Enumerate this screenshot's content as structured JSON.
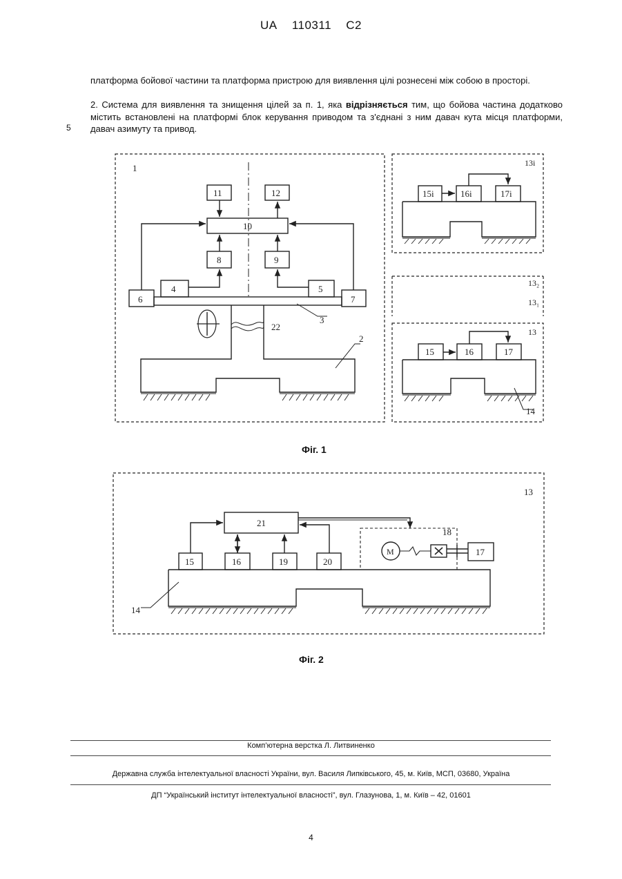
{
  "header": {
    "country": "UA",
    "number": "110311",
    "kind": "C2"
  },
  "text": {
    "para1": "платформа бойової частини та платформа пристрою для виявлення цілі рознесені між собою в просторі.",
    "para2_a": "2. Система для виявлення та знищення цілей за п. 1, яка ",
    "para2_bold": "відрізняється",
    "para2_b": " тим, що бойова частина додатково містить встановлені на платформі блок керування приводом та з'єднані з ним давач кута місця платформи, давач азимуту та привод.",
    "line_number": "5"
  },
  "fig1": {
    "caption": "Фіг. 1",
    "labels": {
      "l1": "1",
      "b11": "11",
      "b12": "12",
      "b10": "10",
      "b8": "8",
      "b9": "9",
      "b4": "4",
      "b5": "5",
      "b6": "6",
      "b7": "7",
      "l3": "3",
      "l22": "22",
      "l2": "2",
      "l13i_top": "13i",
      "b15i": "15i",
      "b16i": "16i",
      "b17i": "17i",
      "l13_2": "13₂",
      "l13_1": "13₁",
      "l13": "13",
      "b15": "15",
      "b16": "16",
      "b17": "17",
      "l14": "14"
    }
  },
  "fig2": {
    "caption": "Фіг. 2",
    "labels": {
      "l13": "13",
      "b21": "21",
      "l18": "18",
      "motor": "M",
      "b17": "17",
      "b15": "15",
      "b16": "16",
      "b19": "19",
      "b20": "20",
      "l14": "14"
    }
  },
  "footer": {
    "layout": "Комп’ютерна верстка Л. Литвиненко",
    "agency": "Державна служба інтелектуальної власності України, вул. Василя Липківського, 45, м. Київ, МСП, 03680, Україна",
    "institute": "ДП “Український інститут інтелектуальної власності”, вул. Глазунова, 1, м. Київ – 42, 01601",
    "page_number": "4"
  }
}
